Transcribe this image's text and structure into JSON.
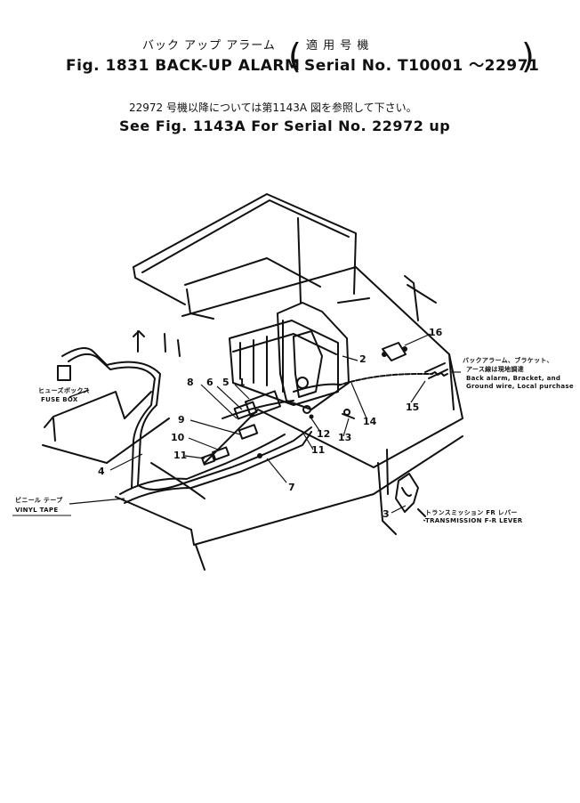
{
  "header": {
    "title_jp": "バック アップ アラーム",
    "title_en": "Fig. 1831 BACK-UP ALARM",
    "serial_jp": "適 用 号 機",
    "serial_en": "Serial No. T10001 ～22971",
    "note_jp": "22972 号機以降については第1143A 図を参照して下さい。",
    "note_en": "See Fig. 1143A For Serial No. 22972 up"
  },
  "labels": {
    "fuse_box_jp": "ヒューズボックス",
    "fuse_box_en": "FUSE BOX",
    "vinyl_tape_jp": "ビニール テープ",
    "vinyl_tape_en": "VINYL TAPE",
    "transmission_jp": "トランスミッション FR レバー",
    "transmission_en": "TRANSMISSION F-R LEVER",
    "purchase_jp_1": "バックアラーム、ブラケット、",
    "purchase_jp_2": "アース線は現地調達",
    "purchase_en_1": "Back alarm, Bracket, and",
    "purchase_en_2": "Ground wire, Local purchase"
  },
  "callouts": [
    "1",
    "2",
    "3",
    "4",
    "5",
    "6",
    "7",
    "8",
    "9",
    "10",
    "11",
    "11",
    "12",
    "13",
    "14",
    "15",
    "16"
  ]
}
